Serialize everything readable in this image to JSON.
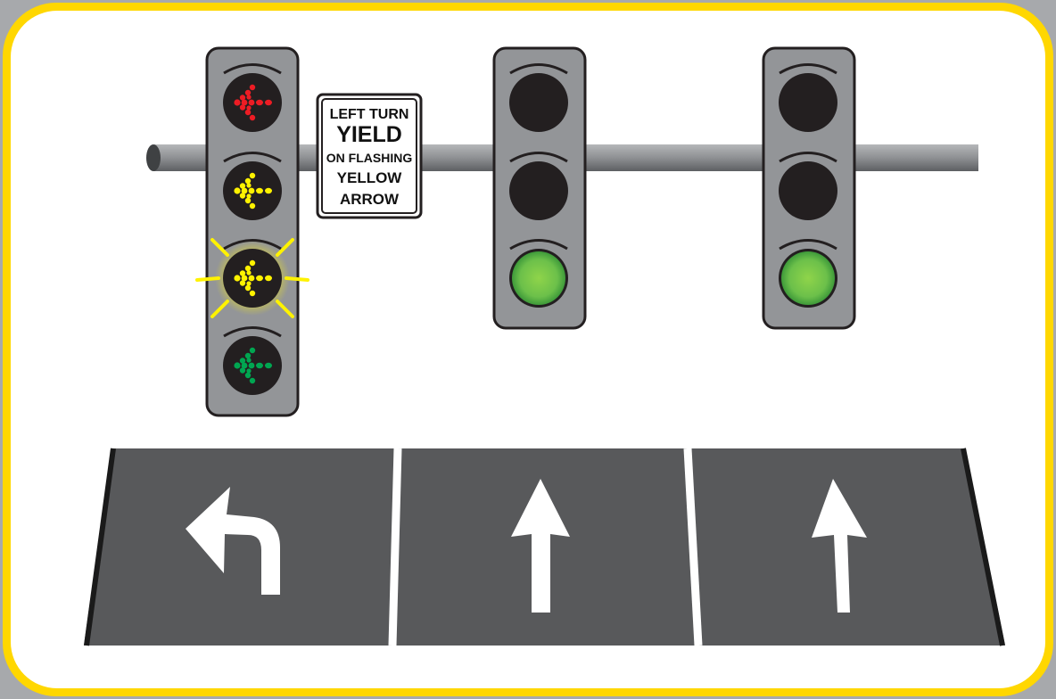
{
  "sign": {
    "line1": "LEFT TURN",
    "line2": "YIELD",
    "line3": "ON FLASHING",
    "line4": "YELLOW",
    "line5": "ARROW"
  },
  "colors": {
    "frame_yellow": "#ffd700",
    "border_gray": "#a7a9ac",
    "panel_white": "#ffffff",
    "pole": "#8e9093",
    "housing": "#939598",
    "lens_off": "#231f20",
    "arrow_red": "#ed1c24",
    "arrow_yellow": "#fff200",
    "arrow_green": "#00a651",
    "ball_green": "#6cc04a",
    "pavement": "#58595b",
    "lane_line": "#ffffff",
    "edge_line": "#1a1a1a"
  },
  "signals": [
    {
      "id": "left-turn-signal",
      "type": "four-section arrow",
      "lenses": [
        {
          "name": "red-arrow",
          "lit": true,
          "flashing": false
        },
        {
          "name": "yellow-arrow",
          "lit": true,
          "flashing": false
        },
        {
          "name": "flashing-yellow-arrow",
          "lit": true,
          "flashing": true
        },
        {
          "name": "green-arrow",
          "lit": true,
          "flashing": false
        }
      ]
    },
    {
      "id": "through-signal-1",
      "type": "three-section ball",
      "lenses": [
        {
          "name": "red-ball",
          "lit": false
        },
        {
          "name": "yellow-ball",
          "lit": false
        },
        {
          "name": "green-ball",
          "lit": true
        }
      ]
    },
    {
      "id": "through-signal-2",
      "type": "three-section ball",
      "lenses": [
        {
          "name": "red-ball",
          "lit": false
        },
        {
          "name": "yellow-ball",
          "lit": false
        },
        {
          "name": "green-ball",
          "lit": true
        }
      ]
    }
  ],
  "lanes": [
    {
      "id": "left-turn-lane",
      "marking": "left-turn-arrow"
    },
    {
      "id": "through-lane-1",
      "marking": "straight-arrow"
    },
    {
      "id": "through-lane-2",
      "marking": "straight-arrow"
    }
  ]
}
